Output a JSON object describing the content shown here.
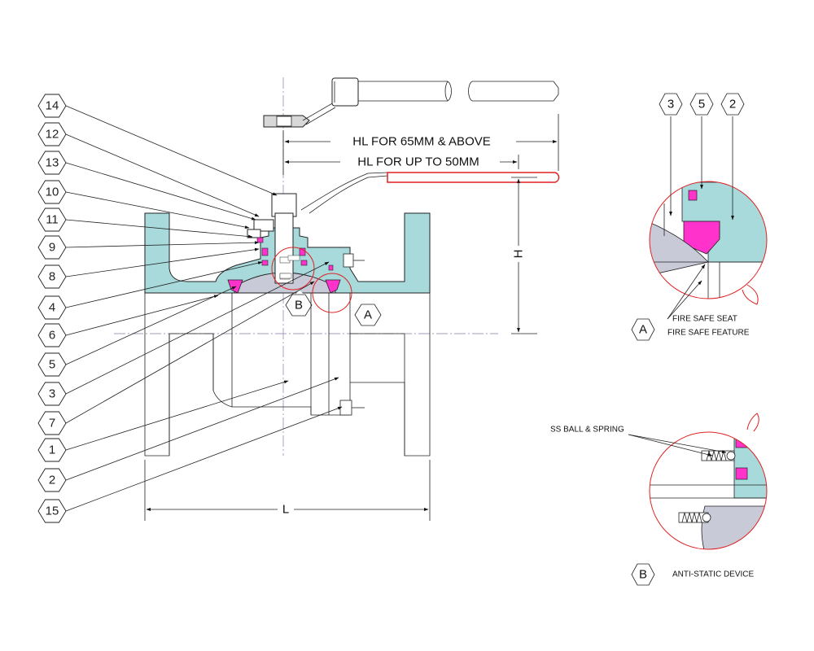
{
  "colors": {
    "body_fill": "#a8dadc",
    "seat_fill": "#ff33cc",
    "ball_fill": "#c8cad8",
    "handle_sleeve": "#e02020",
    "detail_circle": "#e02020"
  },
  "balloons": [
    {
      "id": "balloon-14",
      "label": "14"
    },
    {
      "id": "balloon-12",
      "label": "12"
    },
    {
      "id": "balloon-13",
      "label": "13"
    },
    {
      "id": "balloon-10",
      "label": "10"
    },
    {
      "id": "balloon-11",
      "label": "11"
    },
    {
      "id": "balloon-9",
      "label": "9"
    },
    {
      "id": "balloon-8",
      "label": "8"
    },
    {
      "id": "balloon-4",
      "label": "4"
    },
    {
      "id": "balloon-6",
      "label": "6"
    },
    {
      "id": "balloon-5",
      "label": "5"
    },
    {
      "id": "balloon-3",
      "label": "3"
    },
    {
      "id": "balloon-7",
      "label": "7"
    },
    {
      "id": "balloon-1",
      "label": "1"
    },
    {
      "id": "balloon-2",
      "label": "2"
    },
    {
      "id": "balloon-15",
      "label": "15"
    }
  ],
  "detail_a_balloons": [
    "3",
    "5",
    "2"
  ],
  "dimensions": {
    "hl_large": "HL FOR 65MM & ABOVE",
    "hl_small": "HL FOR UP TO 50MM",
    "height": "H",
    "length": "L"
  },
  "details": {
    "a": {
      "tag": "A",
      "note_1": "FIRE SAFE SEAT",
      "note_2": "FIRE SAFE FEATURE"
    },
    "b": {
      "tag": "B",
      "note_1": "SS BALL & SPRING",
      "note_2": "ANTI-STATIC DEVICE"
    }
  }
}
